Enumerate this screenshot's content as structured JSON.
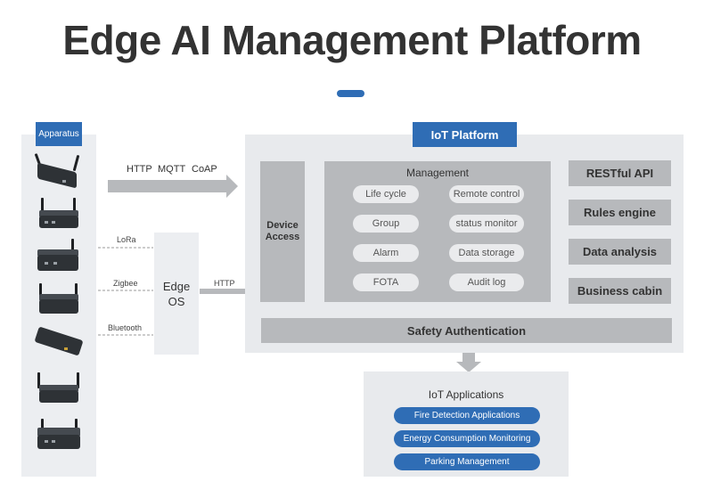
{
  "title": "Edge AI Management Platform",
  "apparatus_label": "Apparatus",
  "protocols": {
    "http": "HTTP",
    "mqtt": "MQTT",
    "coap": "CoAP"
  },
  "links": {
    "lora": "LoRa",
    "zigbee": "Zigbee",
    "bluetooth": "Bluetooth",
    "http": "HTTP"
  },
  "edge_os": {
    "line1": "Edge",
    "line2": "OS"
  },
  "iot_platform": {
    "label": "IoT Platform",
    "device_access": {
      "line1": "Device",
      "line2": "Access"
    },
    "management": {
      "title": "Management",
      "items": [
        "Life cycle",
        "Remote control",
        "Group",
        "status monitor",
        "Alarm",
        "Data storage",
        "FOTA",
        "Audit log"
      ]
    },
    "services": [
      "RESTful API",
      "Rules engine",
      "Data analysis",
      "Business cabin"
    ],
    "safety": "Safety Authentication"
  },
  "iot_applications": {
    "title": "IoT Applications",
    "items": [
      "Fire Detection Applications",
      "Energy Consumption Monitoring",
      "Parking Management"
    ]
  },
  "colors": {
    "accent": "#2f6db5",
    "box": "#b7b9bc",
    "panel": "#e8eaed"
  }
}
